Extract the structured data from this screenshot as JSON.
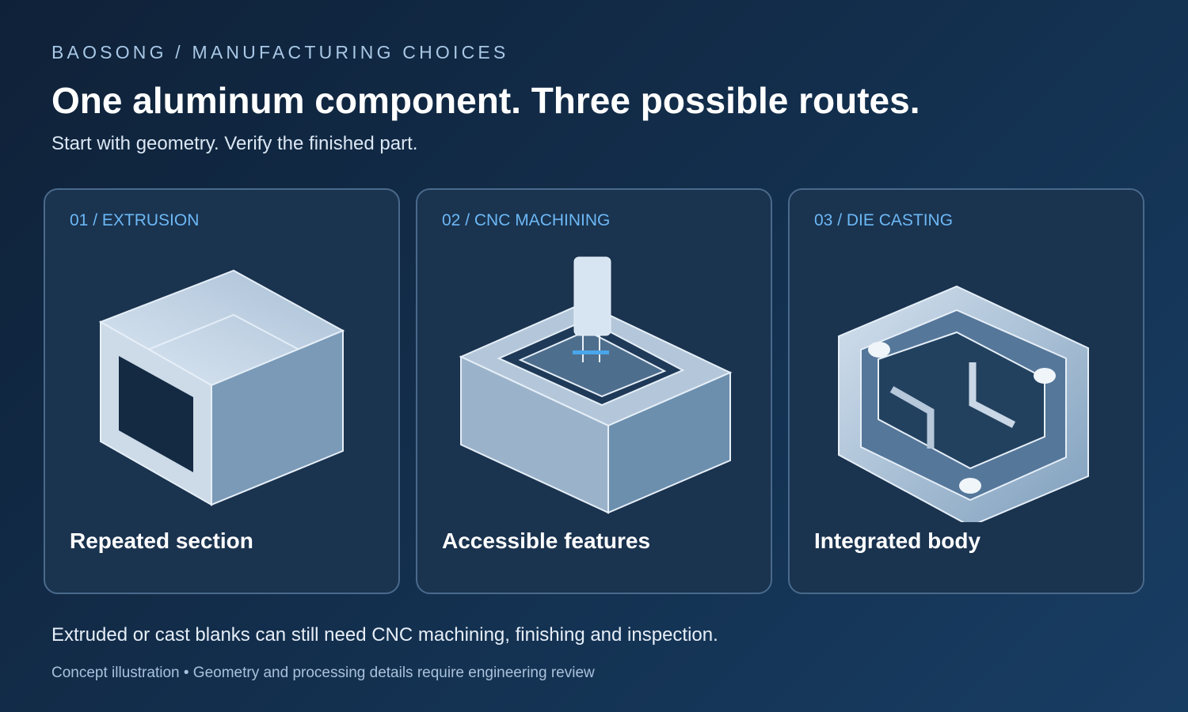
{
  "header": {
    "eyebrow": "BAOSONG / MANUFACTURING CHOICES",
    "title": "One aluminum component. Three possible routes.",
    "subtitle": "Start with geometry. Verify the finished part."
  },
  "cards": [
    {
      "label": "01 / EXTRUSION",
      "caption": "Repeated section",
      "icon": "extrusion-block-icon"
    },
    {
      "label": "02 / CNC MACHINING",
      "caption": "Accessible features",
      "icon": "cnc-pocket-icon"
    },
    {
      "label": "03 / DIE CASTING",
      "caption": "Integrated body",
      "icon": "die-cast-hexagon-icon"
    }
  ],
  "footer": {
    "note": "Extruded or cast blanks can still need CNC machining, finishing and inspection.",
    "disclaimer": "Concept illustration • Geometry and processing details require engineering review"
  },
  "colors": {
    "accent": "#6cb8f5",
    "card_border": "#4a6a8c",
    "card_bg": "#1a334f"
  }
}
